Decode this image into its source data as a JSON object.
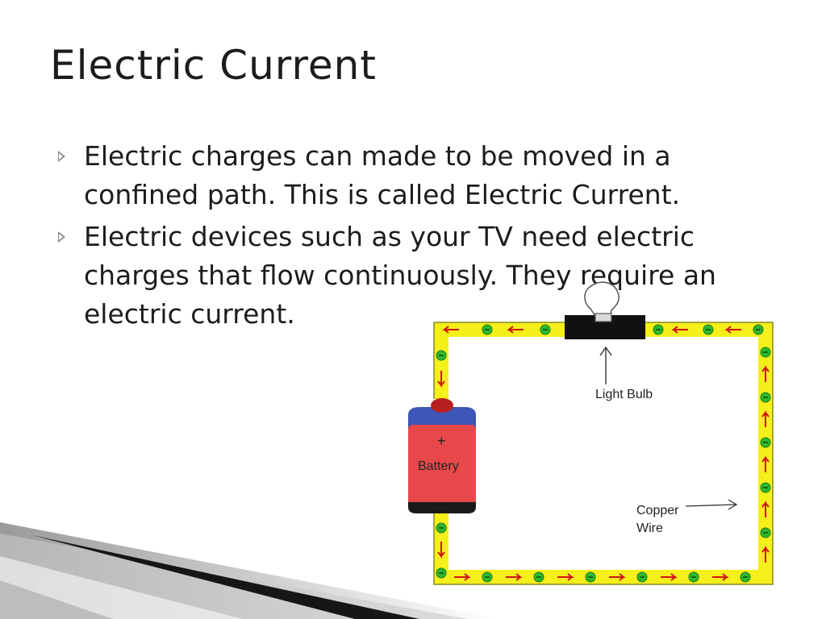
{
  "slide": {
    "title": "Electric Current",
    "bullets": [
      "Electric charges can made to be moved in a confined path.  This is called Electric Current.",
      "Electric devices such as your TV need electric charges that flow continuously. They require an electric current."
    ]
  },
  "diagram": {
    "light_bulb_label": "Light Bulb",
    "battery_label": "Battery",
    "battery_plus": "+",
    "battery_minus": "—",
    "copper_label_line1": "Copper",
    "copper_label_line2": "Wire",
    "colors": {
      "wire": "#f5ef1a",
      "wire_edge": "#8a8a20",
      "arrow": "#d11414",
      "electron": "#2db82d",
      "battery_body": "#e8484a",
      "battery_top": "#3e56b8",
      "bulb_base": "#111111"
    }
  }
}
